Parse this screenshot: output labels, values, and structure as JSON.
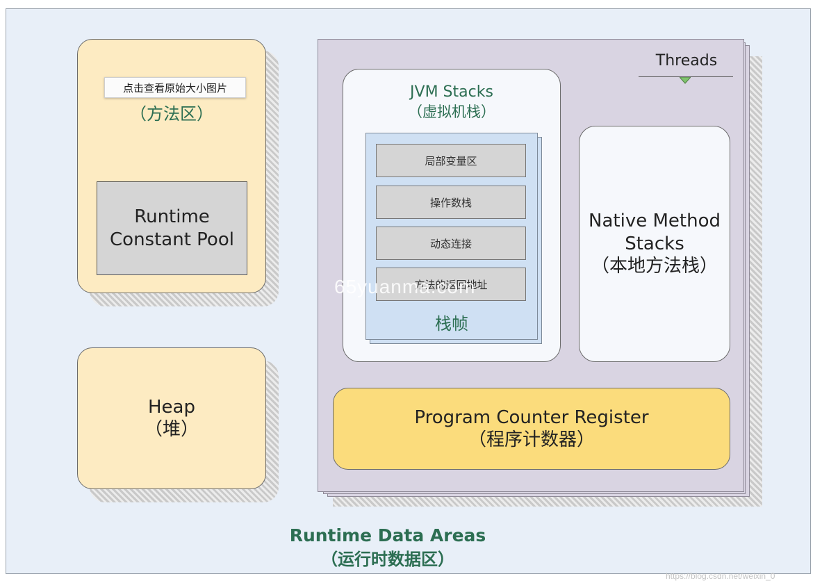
{
  "method_area": {
    "tooltip": "点击查看原始大小图片",
    "subtitle": "（方法区）",
    "pool_line1": "Runtime",
    "pool_line2": "Constant Pool"
  },
  "heap": {
    "title": "Heap",
    "subtitle": "（堆）"
  },
  "threads": {
    "label": "Threads"
  },
  "jvm_stacks": {
    "title": "JVM Stacks",
    "subtitle": "（虚拟机栈）",
    "frame_slots": [
      "局部变量区",
      "操作数栈",
      "动态连接",
      "方法的返回地址"
    ],
    "frame_label": "栈帧"
  },
  "native_stacks": {
    "line1": "Native Method",
    "line2": "Stacks",
    "subtitle": "（本地方法栈）"
  },
  "pc_register": {
    "title": "Program Counter Register",
    "subtitle": "（程序计数器）"
  },
  "runtime_data_areas": {
    "title": "Runtime Data Areas",
    "subtitle": "（运行时数据区）"
  },
  "watermark": "65yuanma.com",
  "credit": "https://blog.csdn.net/weixin_0"
}
